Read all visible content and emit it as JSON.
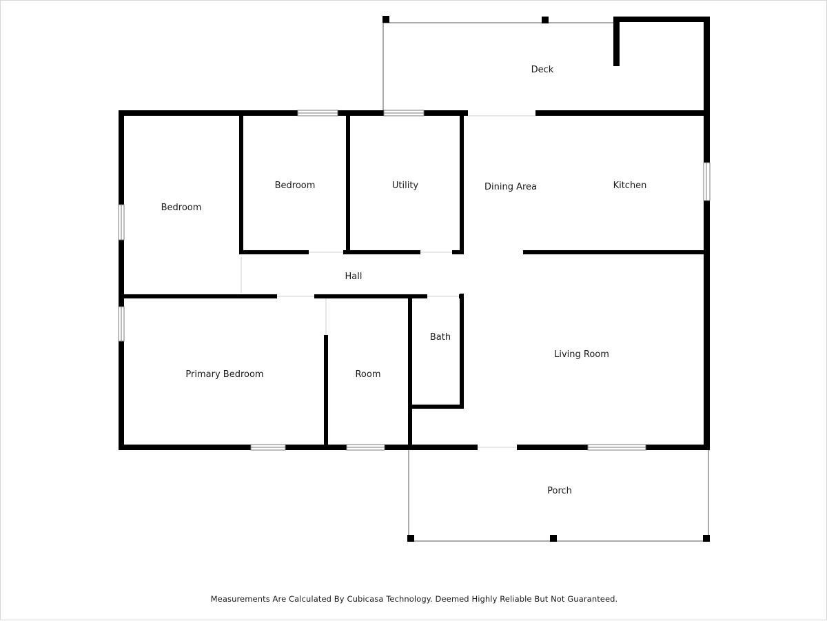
{
  "rooms": {
    "deck": "Deck",
    "bedroom_left": "Bedroom",
    "bedroom_top": "Bedroom",
    "utility": "Utility",
    "dining_area": "Dining Area",
    "kitchen": "Kitchen",
    "hall": "Hall",
    "bath": "Bath",
    "living_room": "Living Room",
    "primary_bedroom": "Primary Bedroom",
    "room": "Room",
    "porch": "Porch"
  },
  "footer": {
    "disclaimer": "Measurements Are Calculated By Cubicasa Technology. Deemed Highly Reliable But Not Guaranteed."
  },
  "colors": {
    "wall": "#000000",
    "background": "#ffffff",
    "window_frame": "#7a7a7a"
  }
}
